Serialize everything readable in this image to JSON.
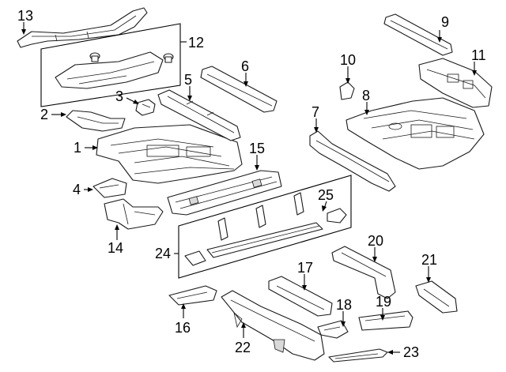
{
  "callouts": [
    {
      "id": "1",
      "text": "1"
    },
    {
      "id": "2",
      "text": "2"
    },
    {
      "id": "3",
      "text": "3"
    },
    {
      "id": "4",
      "text": "4"
    },
    {
      "id": "5",
      "text": "5"
    },
    {
      "id": "6",
      "text": "6"
    },
    {
      "id": "7",
      "text": "7"
    },
    {
      "id": "8",
      "text": "8"
    },
    {
      "id": "9",
      "text": "9"
    },
    {
      "id": "10",
      "text": "10"
    },
    {
      "id": "11",
      "text": "11"
    },
    {
      "id": "12",
      "text": "12"
    },
    {
      "id": "13",
      "text": "13"
    },
    {
      "id": "14",
      "text": "14"
    },
    {
      "id": "15",
      "text": "15"
    },
    {
      "id": "16",
      "text": "16"
    },
    {
      "id": "17",
      "text": "17"
    },
    {
      "id": "18",
      "text": "18"
    },
    {
      "id": "19",
      "text": "19"
    },
    {
      "id": "20",
      "text": "20"
    },
    {
      "id": "21",
      "text": "21"
    },
    {
      "id": "22",
      "text": "22"
    },
    {
      "id": "23",
      "text": "23"
    },
    {
      "id": "24",
      "text": "24"
    },
    {
      "id": "25",
      "text": "25"
    }
  ]
}
